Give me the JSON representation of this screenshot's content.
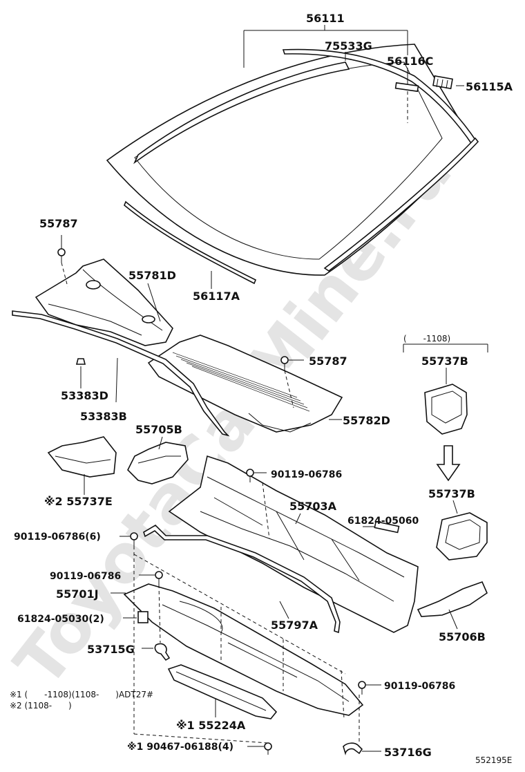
{
  "watermark": "ToyotaCarMine.ru",
  "catalog_id": "552195E",
  "labels": {
    "p56111": "56111",
    "p75533g": "75533G",
    "p56116c": "56116C",
    "p56115a": "56115A",
    "p55787_top": "55787",
    "p55781d": "55781D",
    "p56117a": "56117A",
    "p55787_mid": "55787",
    "p53383d": "53383D",
    "p53383b": "53383B",
    "p55782d": "55782D",
    "p55705b": "55705B",
    "p55737b_top": "55737B",
    "p55737e": "※2 55737E",
    "p90119_a": "90119-06786",
    "p55703a": "55703A",
    "p61824_05060": "61824-05060",
    "p55737b_bot": "55737B",
    "p90119_6": "90119-06786(6)",
    "p90119_b": "90119-06786",
    "p55701j": "55701J",
    "p61824_05030": "61824-05030(2)",
    "p55797a": "55797A",
    "p55706b": "55706B",
    "p53715g": "53715G",
    "p90119_c": "90119-06786",
    "p55224a": "※1 55224A",
    "p90467": "※1 90467-06188(4)",
    "p53716g": "53716G"
  },
  "bracket_note": "(　　-1108)",
  "footnotes": {
    "n1": "※1 (　　-1108)(1108-　　)ADT27#",
    "n2": "※2 (1108-　　)"
  }
}
